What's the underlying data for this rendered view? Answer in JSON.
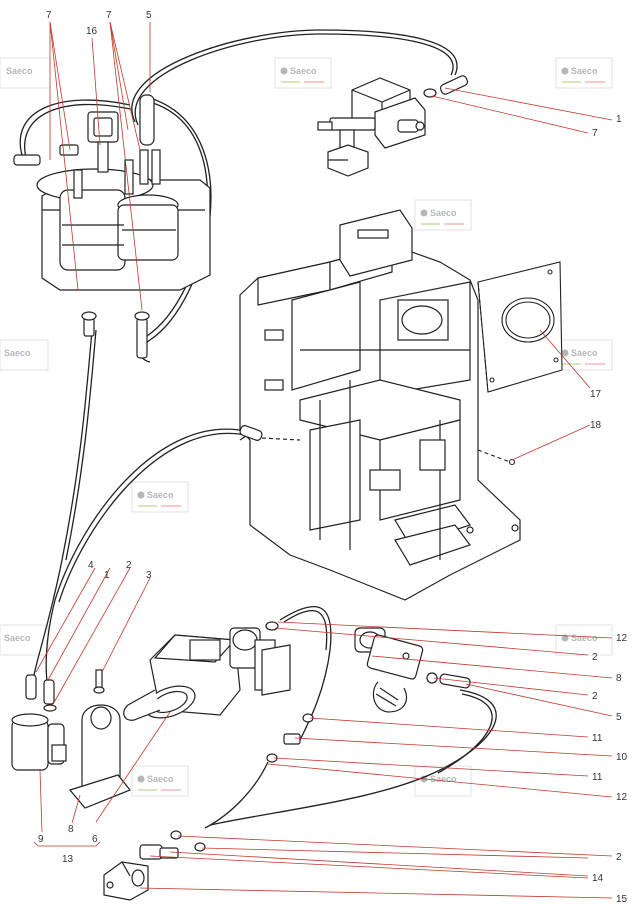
{
  "watermark": {
    "brand": "Saeco"
  },
  "callouts": {
    "top_7a": "7",
    "top_16": "16",
    "top_7b": "7",
    "top_5": "5",
    "r_1": "1",
    "r_7": "7",
    "r_17": "17",
    "r_18": "18",
    "l_4": "4",
    "l_2": "2",
    "l_1": "1",
    "l_3": "3",
    "r_12a": "12",
    "r_2a": "2",
    "r_8": "8",
    "r_2b": "2",
    "r_5": "5",
    "r_11a": "11",
    "r_10": "10",
    "r_11b": "11",
    "r_12b": "12",
    "r_2c": "2",
    "r_14": "14",
    "r_15": "15",
    "b_9": "9",
    "b_8": "8",
    "b_6": "6",
    "b_13": "13"
  },
  "colors": {
    "leader": "#c0392b",
    "line": "#222222",
    "watermark": "#9aa0a6"
  }
}
